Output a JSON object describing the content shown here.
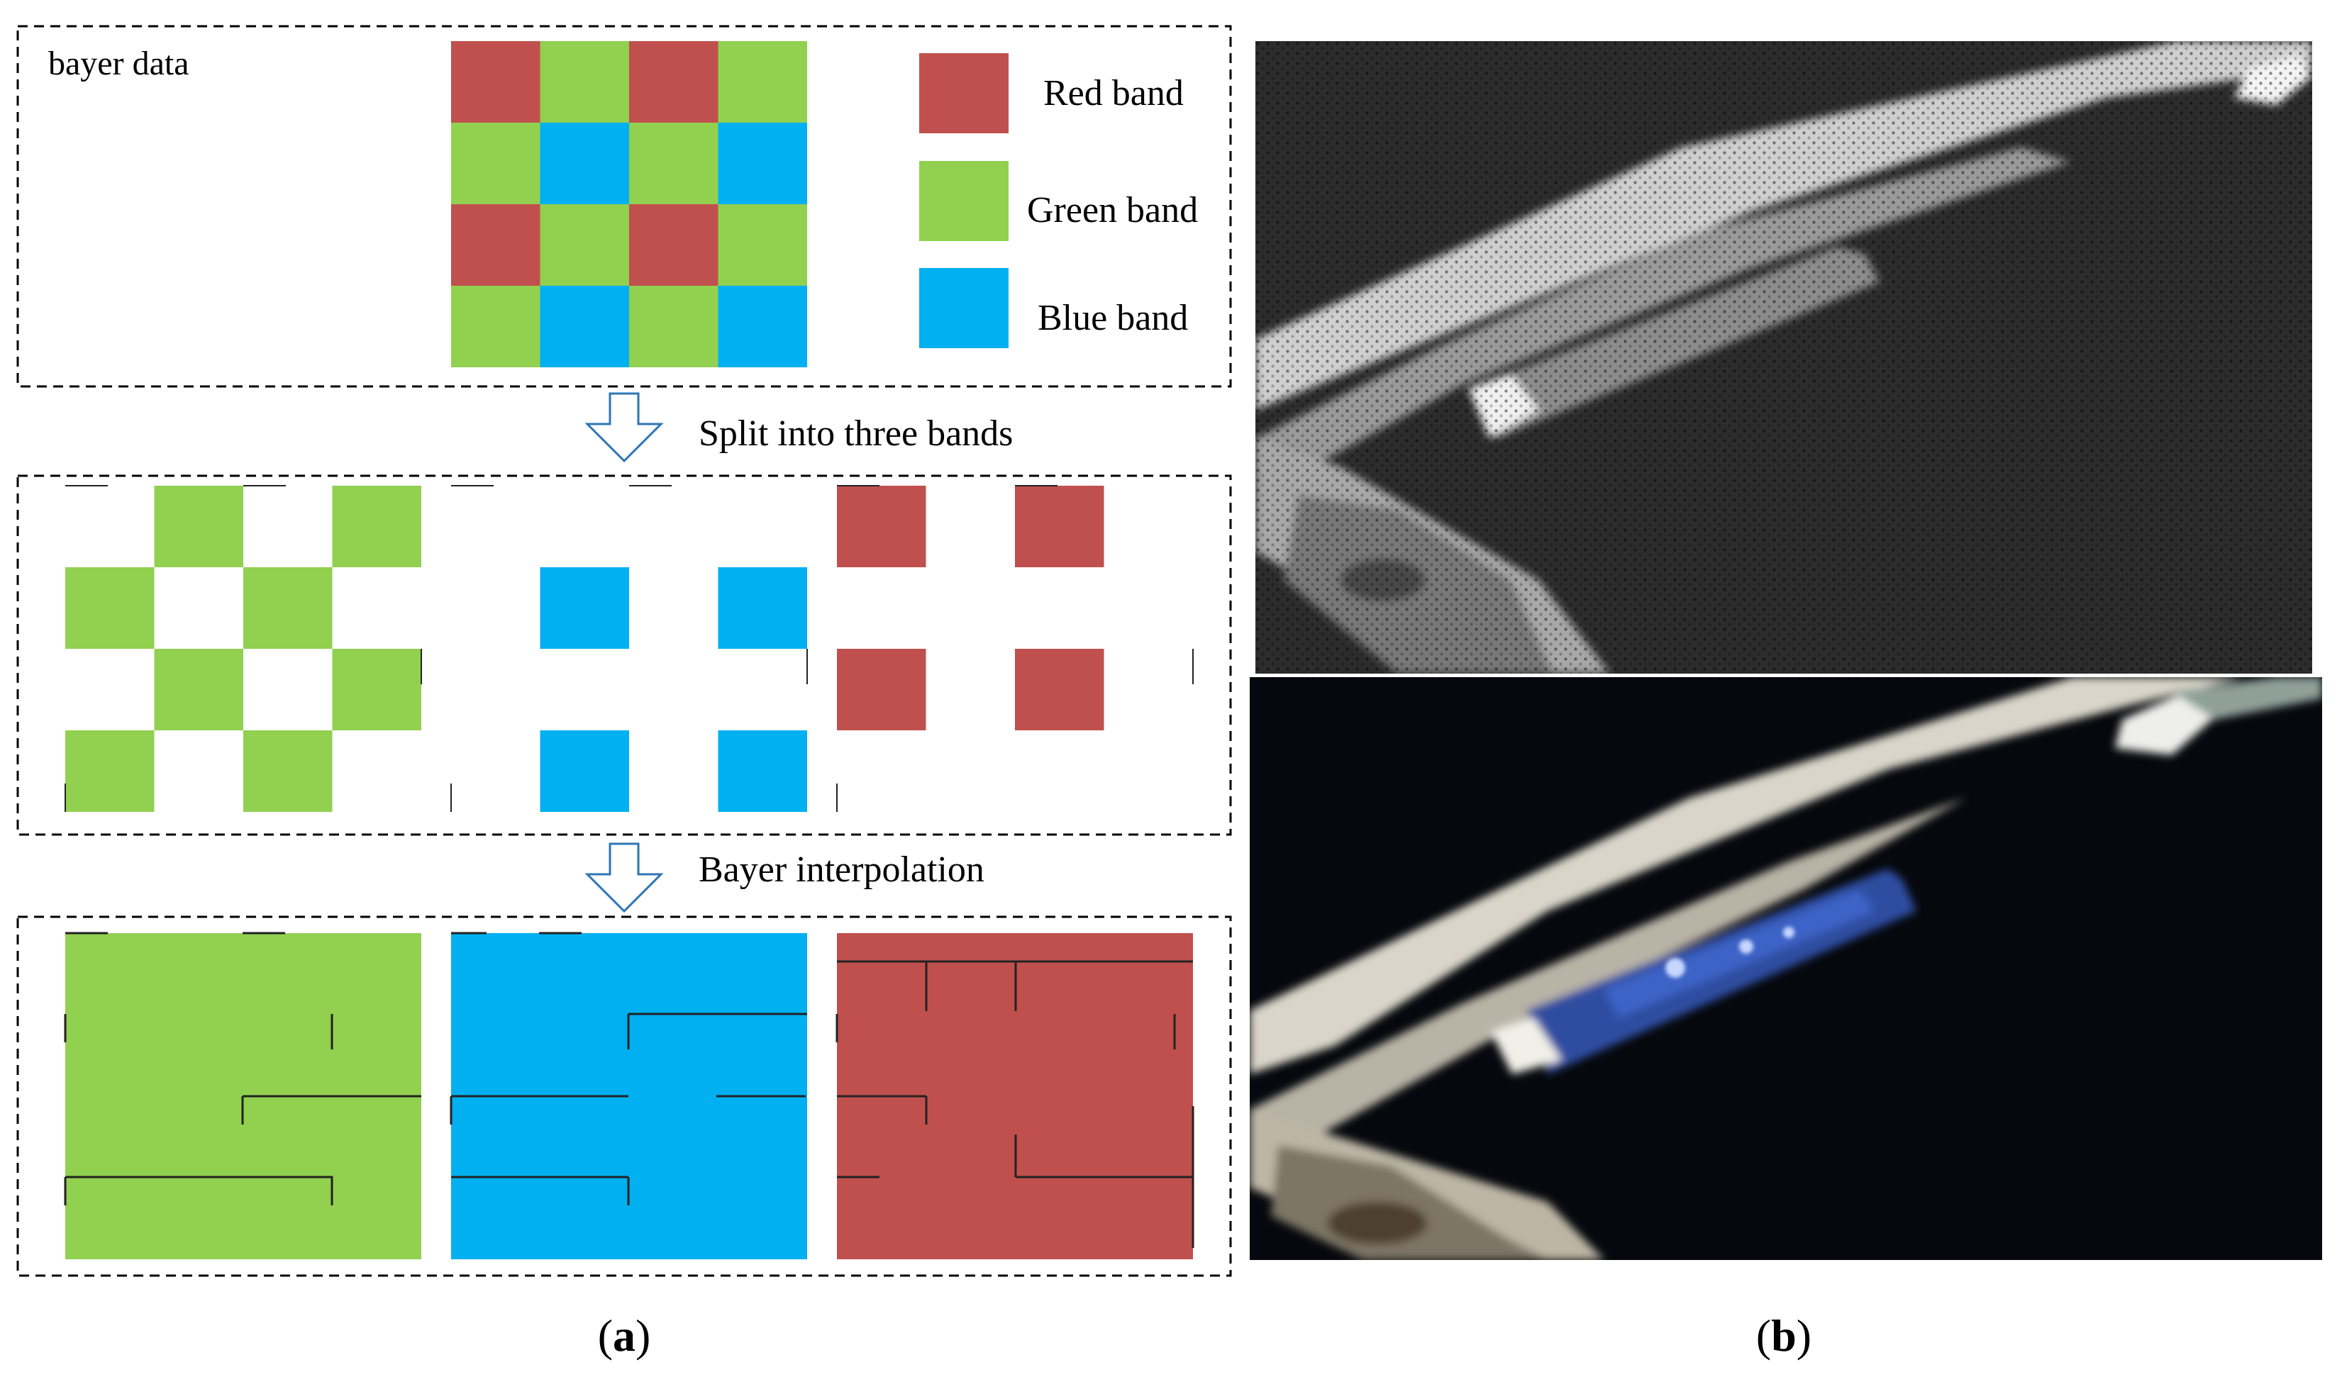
{
  "panel_a": {
    "bayer_label": "bayer data",
    "legend": [
      {
        "label": "Red band",
        "color": "#c0504d"
      },
      {
        "label": "Green band",
        "color": "#92d050"
      },
      {
        "label": "Blue band",
        "color": "#00b0f0"
      }
    ],
    "step1_label": "Split into three bands",
    "step2_label": "Bayer interpolation",
    "bayer_pattern": [
      [
        "R",
        "G",
        "R",
        "G"
      ],
      [
        "G",
        "B",
        "G",
        "B"
      ],
      [
        "R",
        "G",
        "R",
        "G"
      ],
      [
        "G",
        "B",
        "G",
        "B"
      ]
    ],
    "caption_open": "(",
    "caption_letter": "a",
    "caption_close": ")"
  },
  "panel_b": {
    "top_image": "grayscale raw bayer mosaic of a harbor pier with a docked ship",
    "bottom_image": "color interpolated image of the same harbor pier with a blue ship",
    "caption_open": "(",
    "caption_letter": "b",
    "caption_close": ")"
  },
  "colors": {
    "red": "#c0504d",
    "green": "#92d050",
    "blue": "#00b0f0",
    "arrow": "#2e75b6"
  }
}
